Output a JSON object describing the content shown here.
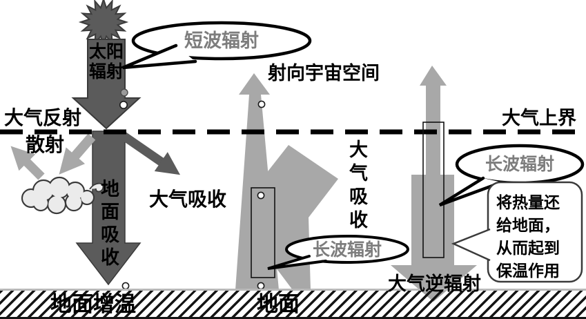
{
  "diagram": {
    "labels": {
      "solar_radiation": "太阳\n辐射",
      "shortwave_bubble": "短波辐射",
      "atmo_reflection": "大气反射",
      "scattering": "散射",
      "atmo_absorb_left": "大气吸收",
      "ground_absorb": "地面吸收",
      "ground_warming": "地面增温",
      "to_space": "射向宇宙空间",
      "atmo_top_boundary": "大气上界",
      "atmo_absorb_mid": "大气吸收",
      "longwave_bubble_mid": "长波辐射",
      "ground": "地面",
      "longwave_bubble_right": "长波辐射",
      "counter_radiation": "大气逆辐射",
      "insulation_note": "将热量还\n给地面，\n从而起到\n保温作用"
    },
    "colors": {
      "dark_arrow": "#5b5b5b",
      "light_arrow": "#a8a8a8",
      "bubble_text": "#7d7d7d",
      "cloud_fill": "#ebebeb",
      "line": "#000000"
    }
  }
}
